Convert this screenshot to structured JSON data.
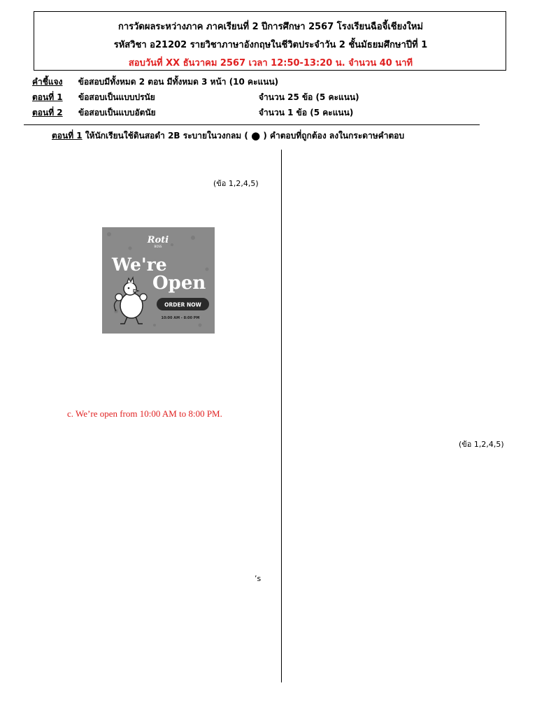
{
  "header": {
    "line1": "การวัดผลระหว่างภาค  ภาคเรียนที่  2  ปีการศึกษา  2567  โรงเรียนฉือจี้เชียงใหม่",
    "line2": "รหัสวิชา  อ21202  รายวิชาภาษาอังกฤษในชีวิตประจำวัน 2 ชั้นมัธยมศึกษาปีที่ 1",
    "line3": "สอบวันที่ XX  ธันวาคม  2567 เวลา 12:50-13:20 น.  จำนวน  40 นาที"
  },
  "instructions": {
    "label": "คำชี้แจง",
    "text": "ข้อสอบมีทั้งหมด  2 ตอน  มีทั้งหมด  3  หน้า  (10  คะแนน)"
  },
  "parts": [
    {
      "label": "ตอนที่  1",
      "desc": "ข้อสอบเป็นแบบปรนัย",
      "count": "จำนวน 25 ข้อ (5  คะแนน)"
    },
    {
      "label": "ตอนที่  2",
      "desc": "ข้อสอบเป็นแบบอัตนัย",
      "count": "จำนวน   1 ข้อ (5  คะแนน)"
    }
  ],
  "part1_instruction": {
    "label": "ตอนที่ 1",
    "before": " ให้นักเรียนใช้ดินสอดำ 2B ระบายในวงกลม ( ",
    "after": " )  คำตอบที่ถูกต้อง ลงในกระดาษคำตอบ"
  },
  "left_note": "(ข้อ 1,2,4,5)",
  "right_note": "(ข้อ 1,2,4,5)",
  "ad": {
    "brand": "Roti",
    "brand_sub": "BOSS",
    "headline1": "We're",
    "headline2": "Open",
    "button": "ORDER NOW",
    "hours": "10:00 AM - 8:00 PM"
  },
  "answer_text": "c. We’re open from 10:00 AM to 8:00 PM.",
  "fragment": "’s",
  "colors": {
    "accent_red": "#e02020",
    "ad_bg": "#8a8a8a"
  }
}
